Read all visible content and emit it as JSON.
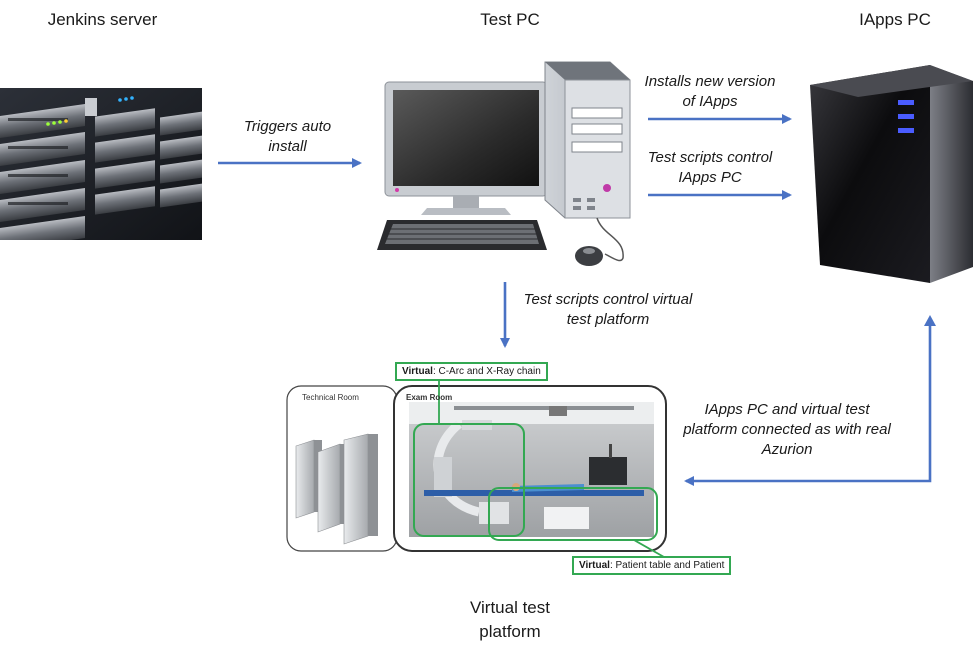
{
  "nodes": {
    "jenkins": {
      "title": "Jenkins server"
    },
    "test_pc": {
      "title": "Test PC"
    },
    "iapps_pc": {
      "title": "IApps PC"
    },
    "virtual_platform": {
      "title_line1": "Virtual test",
      "title_line2": "platform",
      "technical_room": "Technical Room",
      "exam_room": "Exam Room",
      "tag_carc": {
        "bold": "Virtual",
        "rest": ": C-Arc and X-Ray chain"
      },
      "tag_table": {
        "bold": "Virtual",
        "rest": ": Patient table and Patient"
      }
    }
  },
  "edges": {
    "triggers": {
      "line1": "Triggers auto",
      "line2": "install"
    },
    "installs": {
      "line1": "Installs new version",
      "line2": "of IApps"
    },
    "scripts_iapps": {
      "line1": "Test scripts control",
      "line2": "IApps PC"
    },
    "scripts_virtual": {
      "line1": "Test scripts control virtual",
      "line2": "test platform"
    },
    "connected": {
      "line1": "IApps PC and virtual test",
      "line2": "platform connected as with real",
      "line3": "Azurion"
    }
  },
  "colors": {
    "arrow": "#4a72c4",
    "virtual_box": "#33a852",
    "server_body": "#0c0c0e",
    "server_light": "#4a5cff"
  }
}
